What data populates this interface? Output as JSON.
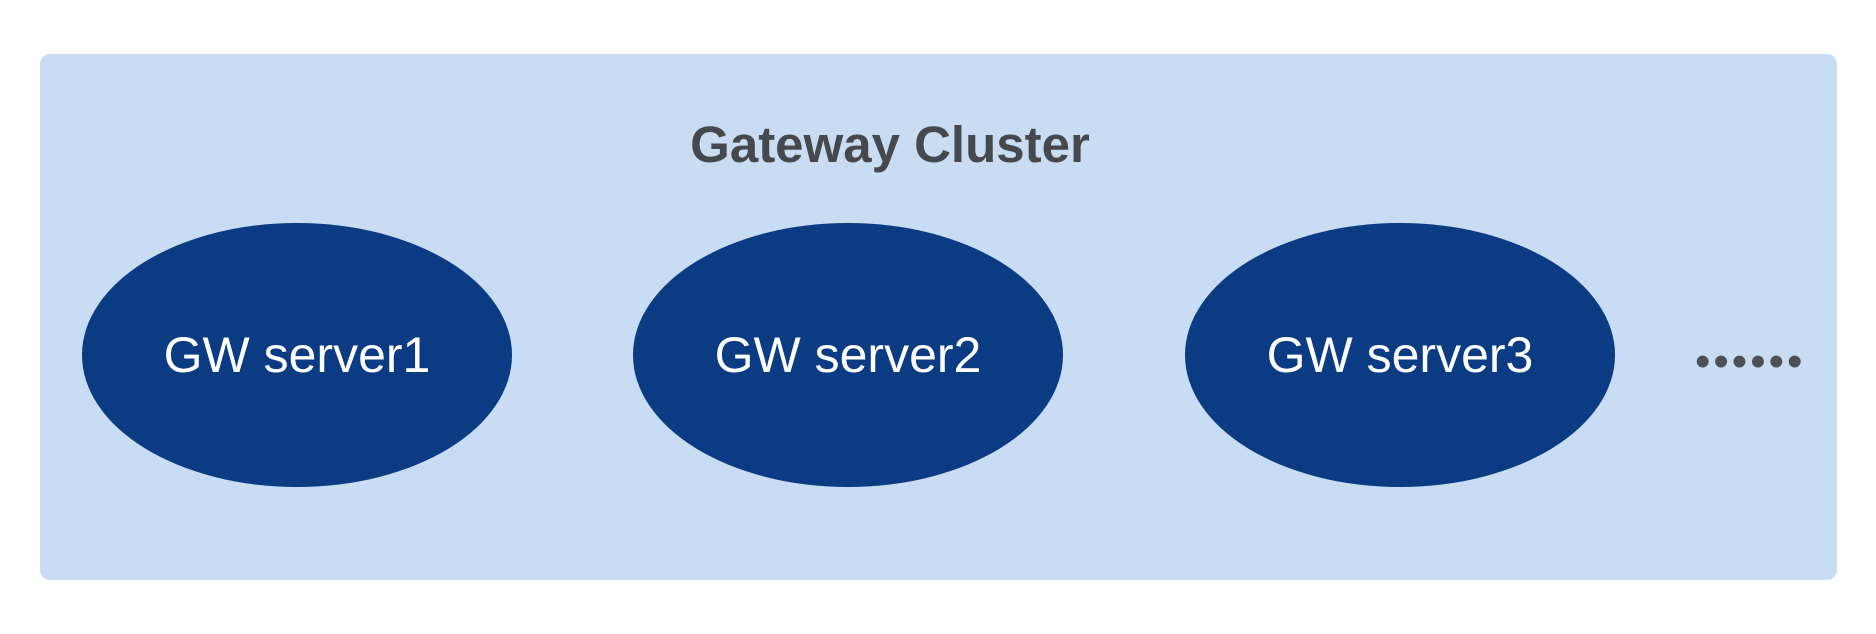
{
  "diagram": {
    "title": "Gateway Cluster",
    "nodes": [
      {
        "label": "GW server1"
      },
      {
        "label": "GW server2"
      },
      {
        "label": "GW server3"
      }
    ],
    "more_indicator": "••••••",
    "colors": {
      "canvas_bg": "#ffffff",
      "panel_bg": "#c8dcf3",
      "node_fill": "#0a3b83",
      "node_text": "#ffffff",
      "title_text": "#45494e",
      "more_dots": "#4d5156"
    }
  }
}
